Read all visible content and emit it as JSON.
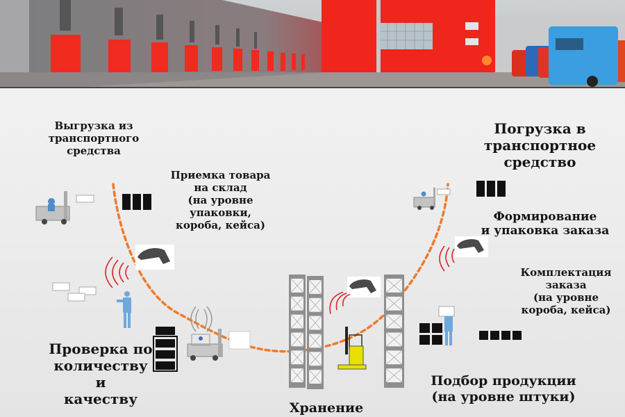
{
  "header_photo": {
    "alt_subject": "warehouse-exterior-with-trucks"
  },
  "stages": {
    "unloading": "Выгрузка из транспортного средства",
    "receiving": "Приемка товара на склад (на уровне упаковки, короба, кейса)",
    "checking": "Проверка по количеству и качеству",
    "storage": "Хранение",
    "picking": "Подбор продукции (на уровне штуки)",
    "assembly": "Комплектация заказа (на уровне короба, кейса)",
    "forming": "Формирование и упаковка заказа",
    "loading": "Погрузка в транспортное средство"
  },
  "lines": {
    "unloading": [
      "Выгрузка из",
      "транспортного",
      "средства"
    ],
    "receiving": [
      "Приемка товара",
      "на склад",
      "(на уровне",
      "упаковки,",
      "короба, кейса)"
    ],
    "checking": [
      "Проверка по",
      "количеству",
      "и",
      "качеству"
    ],
    "storage": [
      "Хранение"
    ],
    "picking": [
      "Подбор продукции",
      "(на уровне штуки)"
    ],
    "assembly": [
      "Комплектация",
      "заказа",
      "(на уровне",
      "короба, кейса)"
    ],
    "forming": [
      "Формирование",
      "и упаковка заказа"
    ],
    "loading": [
      "Погрузка в",
      "транспортное",
      "средство"
    ]
  },
  "colors": {
    "flow_path": "#f07a2a",
    "rfid_waves": "#d9252a",
    "worker": "#6fa8dc",
    "forklift_yellow": "#e8e000",
    "rack": "#8e8e8e",
    "building_red": "#f0251c",
    "truck_blue": "#3a9ee0"
  }
}
